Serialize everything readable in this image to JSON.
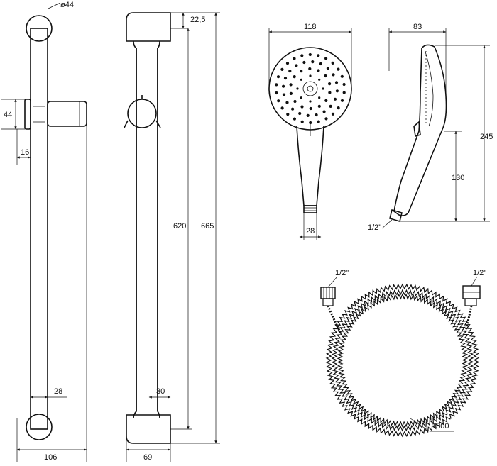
{
  "dimensions": {
    "bar_diameter": "ø44",
    "slider_height": "44",
    "slider_offset": "16",
    "bar_bottom_offset": "28",
    "bar_width": "106",
    "side_top": "22,5",
    "side_bottom": "30",
    "side_depth": "69",
    "rail_length": "620",
    "total_length": "665",
    "head_diameter": "118",
    "head_thread": "28",
    "profile_width": "83",
    "profile_total": "245",
    "profile_lower": "130",
    "profile_thread": "1/2\"",
    "hose_left_thread": "1/2\"",
    "hose_right_thread": "1/2\"",
    "hose_length": "1500"
  }
}
